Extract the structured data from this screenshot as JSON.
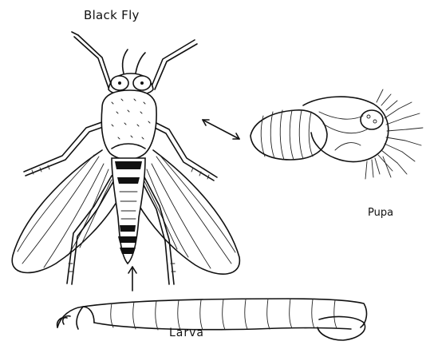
{
  "labels": {
    "title": "Black Fly",
    "pupa": "Pupa",
    "larva": "Larva"
  },
  "colors": {
    "ink": "#111111",
    "background": "#ffffff"
  }
}
